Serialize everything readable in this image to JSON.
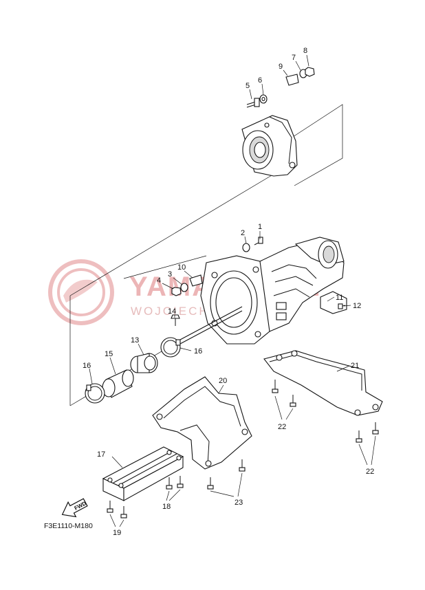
{
  "diagram": {
    "figure_code": "F3E1110-M180",
    "fwd_label": "FWD",
    "watermark": {
      "main": "YAMAHA...PL",
      "sub": "WOJCIECH ... YAMAHA"
    },
    "callouts": [
      "1",
      "2",
      "3",
      "4",
      "5",
      "6",
      "7",
      "8",
      "9",
      "10",
      "11",
      "12",
      "13",
      "14",
      "15",
      "16",
      "16",
      "17",
      "18",
      "19",
      "20",
      "21",
      "22",
      "22",
      "23"
    ],
    "colors": {
      "ink": "#111111",
      "watermark": "#e9a9aa"
    }
  }
}
